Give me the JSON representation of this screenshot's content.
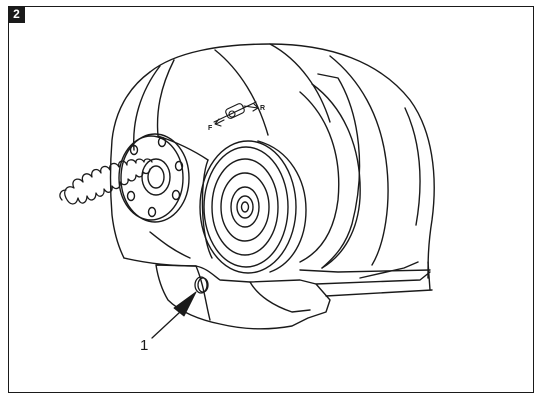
{
  "figure": {
    "step_number": "2",
    "callout_label": "1",
    "switch_forward_label": "F",
    "switch_reverse_label": "R"
  }
}
